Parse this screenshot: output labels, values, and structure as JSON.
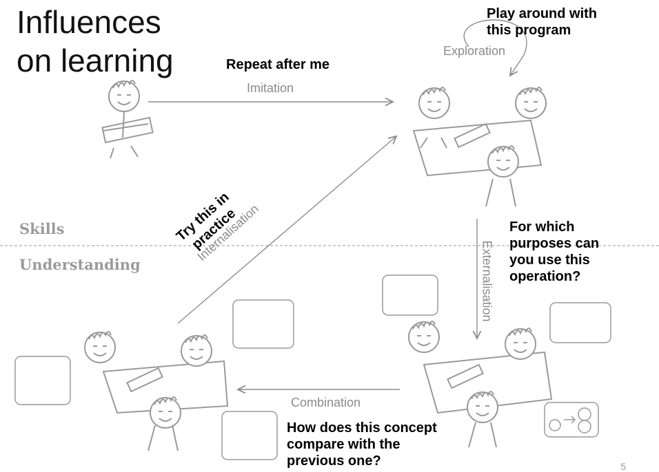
{
  "title": [
    "Influences",
    "on learning"
  ],
  "labels": {
    "imitation": "Imitation",
    "exploration": "Exploration",
    "externalisation": "Externalisation",
    "internalisation": "Internalisation",
    "combination": "Combination"
  },
  "quotes": {
    "imitation": "Repeat after me",
    "exploration": [
      "Play around with",
      "this program"
    ],
    "externalisation": [
      "For which",
      "purposes can",
      "you use this",
      "operation?"
    ],
    "internalisation": [
      "Try this in",
      "practice"
    ],
    "combination": [
      "How does this concept",
      "compare with the",
      "previous one?"
    ]
  },
  "levels": {
    "skills": "Skills",
    "understanding": "Understanding"
  },
  "page_number": "5",
  "colors": {
    "sketch": "#999999",
    "arrow": "#8c8c8c",
    "divider": "#aaaaaa"
  }
}
